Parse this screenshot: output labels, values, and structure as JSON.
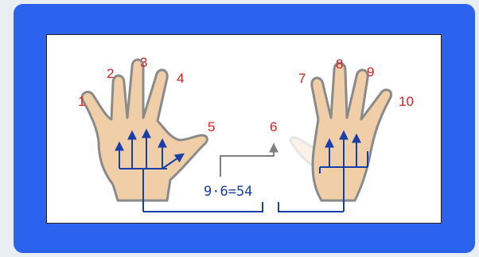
{
  "diagram": {
    "finger_numbers": [
      "1",
      "2",
      "3",
      "4",
      "5",
      "6",
      "7",
      "8",
      "9",
      "10"
    ],
    "equation": "9·6=54",
    "colors": {
      "frame": "#2b63ee",
      "panel": "#ffffff",
      "numbers": "#cc2222",
      "arrows": "#1a3ea8",
      "hand_fill": "#f0cfa8",
      "hand_outline": "#8a8a8a",
      "pointer_arrow": "#808080"
    }
  }
}
